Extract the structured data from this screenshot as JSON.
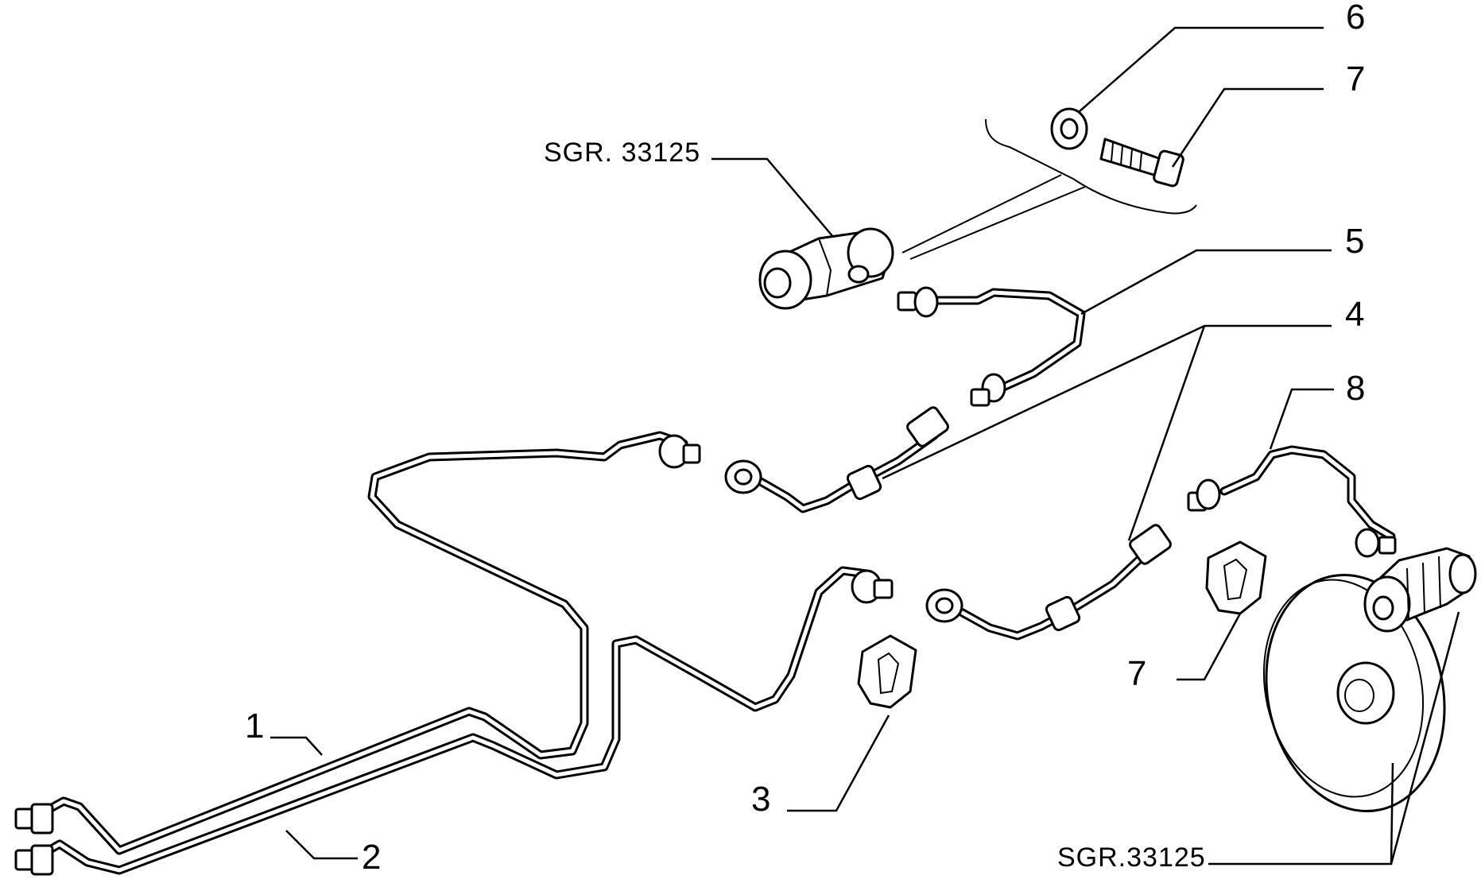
{
  "callouts": {
    "c1": "1",
    "c2": "2",
    "c3": "3",
    "c4": "4",
    "c5": "5",
    "c6": "6",
    "c7_top": "7",
    "c7_clip": "7",
    "c8": "8"
  },
  "references": {
    "wheel_cylinder": "SGR. 33125",
    "brake_assembly": "SGR.33125"
  }
}
